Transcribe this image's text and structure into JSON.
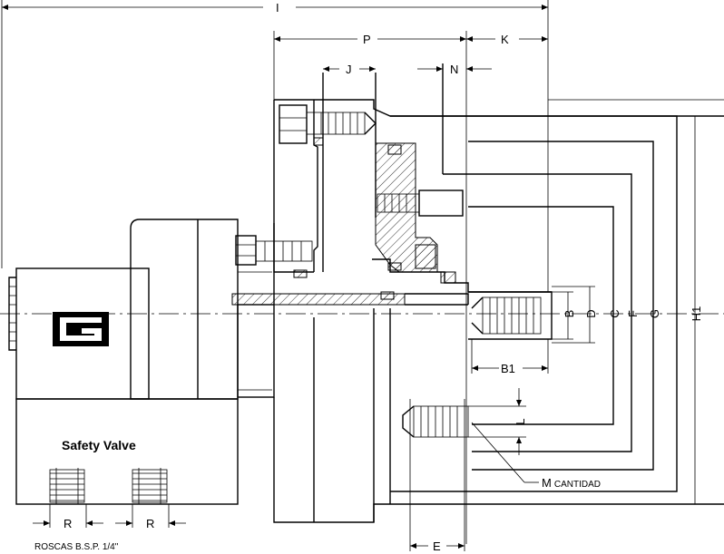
{
  "dimensions": {
    "I": "I",
    "P": "P",
    "K": "K",
    "J": "J",
    "N": "N",
    "B": "B",
    "D": "D",
    "C": "C",
    "F": "F",
    "G": "G",
    "H1": "H1",
    "B1": "B1",
    "L": "L",
    "E": "E",
    "R_left": "R",
    "R_right": "R"
  },
  "callouts": {
    "m_prefix": "M",
    "m_text": "CANTIDAD",
    "safety_valve": "Safety Valve",
    "threads_note": "ROSCAS B.S.P. 1/4\""
  },
  "icons": {
    "logo": "g-logo-icon"
  },
  "colors": {
    "line": "#000000",
    "background": "#ffffff"
  }
}
